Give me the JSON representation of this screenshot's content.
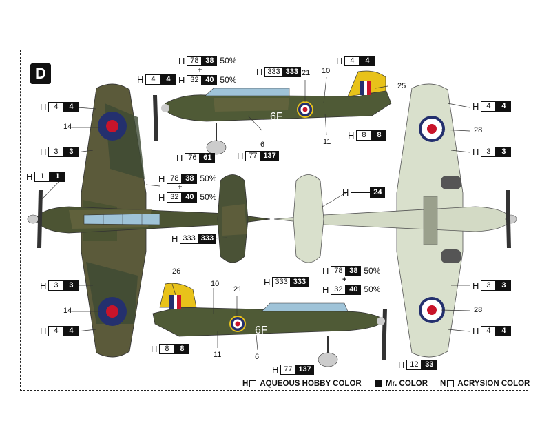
{
  "sheet_letter": "D",
  "aircraft_code": "6F",
  "plus_sign": "+",
  "legend": [
    {
      "prefix": "H",
      "label": "AQUEOUS HOBBY COLOR",
      "filled": false
    },
    {
      "prefix": "",
      "label": "Mr. COLOR",
      "filled": true
    },
    {
      "prefix": "N",
      "label": "ACRYSION COLOR",
      "filled": false
    }
  ],
  "color_codes": [
    {
      "h": "H",
      "w": "78",
      "b": "38",
      "pct": "50%"
    },
    {
      "h": "H",
      "w": "32",
      "b": "40",
      "pct": "50%"
    },
    {
      "h": "H",
      "w": "4",
      "b": "4",
      "pct": ""
    },
    {
      "h": "H",
      "w": "333",
      "b": "333",
      "pct": ""
    },
    {
      "h": "H",
      "w": "4",
      "b": "4",
      "pct": ""
    },
    {
      "h": "H",
      "w": "8",
      "b": "8",
      "pct": ""
    },
    {
      "h": "H",
      "w": "76",
      "b": "61",
      "pct": ""
    },
    {
      "h": "H",
      "w": "77",
      "b": "137",
      "pct": ""
    },
    {
      "h": "H",
      "w": "4",
      "b": "4",
      "pct": ""
    },
    {
      "h": "H",
      "w": "3",
      "b": "3",
      "pct": ""
    },
    {
      "h": "H",
      "w": "1",
      "b": "1",
      "pct": ""
    },
    {
      "h": "H",
      "w": "78",
      "b": "38",
      "pct": "50%"
    },
    {
      "h": "H",
      "w": "32",
      "b": "40",
      "pct": "50%"
    },
    {
      "h": "H",
      "w": "333",
      "b": "333",
      "pct": ""
    },
    {
      "h": "H",
      "w": "3",
      "b": "3",
      "pct": ""
    },
    {
      "h": "H",
      "w": "4",
      "b": "4",
      "pct": ""
    },
    {
      "h": "H",
      "w": "4",
      "b": "4",
      "pct": ""
    },
    {
      "h": "H",
      "w": "3",
      "b": "3",
      "pct": ""
    },
    {
      "h": "H",
      "w": "",
      "b": "24",
      "pct": ""
    },
    {
      "h": "H",
      "w": "3",
      "b": "3",
      "pct": ""
    },
    {
      "h": "H",
      "w": "4",
      "b": "4",
      "pct": ""
    },
    {
      "h": "H",
      "w": "333",
      "b": "333",
      "pct": ""
    },
    {
      "h": "H",
      "w": "78",
      "b": "38",
      "pct": "50%"
    },
    {
      "h": "H",
      "w": "32",
      "b": "40",
      "pct": "50%"
    },
    {
      "h": "H",
      "w": "8",
      "b": "8",
      "pct": ""
    },
    {
      "h": "H",
      "w": "77",
      "b": "137",
      "pct": ""
    },
    {
      "h": "H",
      "w": "12",
      "b": "33",
      "pct": ""
    }
  ],
  "decal_numbers": [
    "21",
    "10",
    "25",
    "6",
    "11",
    "14",
    "28",
    "26",
    "10",
    "21",
    "6",
    "11",
    "14",
    "28"
  ],
  "colors": {
    "dark_earth": "#6f6a42",
    "dark_green": "#3c4a32",
    "sky": "#d9e0cc",
    "roundel_blue": "#24306e",
    "roundel_red": "#c8142a",
    "roundel_yellow": "#e8c21a",
    "canopy": "#9fc3d8"
  }
}
